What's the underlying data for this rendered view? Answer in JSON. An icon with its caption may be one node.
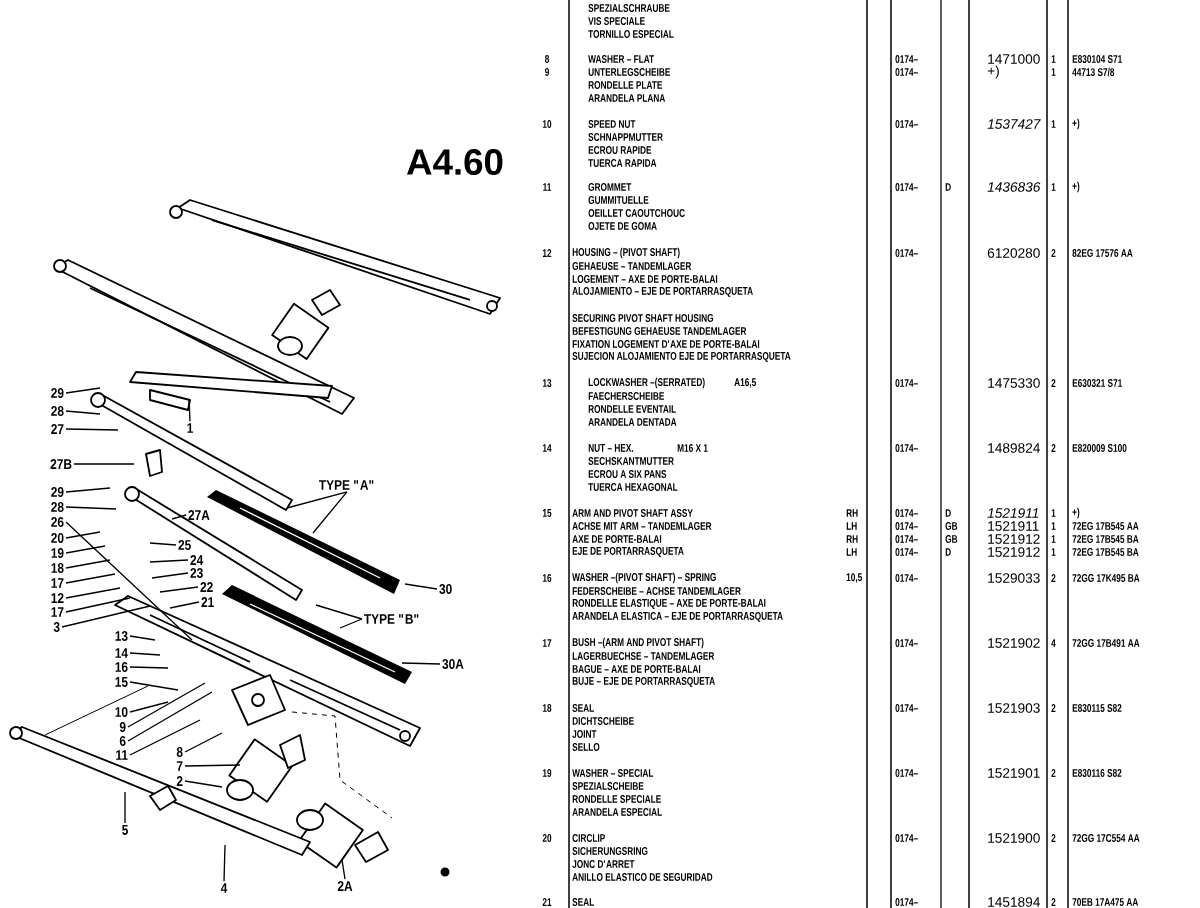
{
  "diagram": {
    "title": "A4.60",
    "nodes": [
      {
        "text": [
          "29"
        ]
      },
      {
        "text": [
          "28"
        ]
      },
      {
        "text": [
          "27"
        ]
      },
      {
        "text": [
          "1"
        ]
      },
      {
        "text": [
          "27B"
        ]
      },
      {
        "text": [
          "TYPE \"A\""
        ]
      },
      {
        "text": [
          "29"
        ]
      },
      {
        "text": [
          "28"
        ]
      },
      {
        "text": [
          "27A"
        ]
      },
      {
        "text": [
          "26"
        ]
      },
      {
        "text": [
          "20"
        ]
      },
      {
        "text": [
          "25"
        ]
      },
      {
        "text": [
          "19"
        ]
      },
      {
        "text": [
          "24"
        ]
      },
      {
        "text": [
          "18"
        ]
      },
      {
        "text": [
          "23"
        ]
      },
      {
        "text": [
          "17"
        ]
      },
      {
        "text": [
          "22"
        ]
      },
      {
        "text": [
          "12"
        ]
      },
      {
        "text": [
          "21"
        ]
      },
      {
        "text": [
          "30"
        ]
      },
      {
        "text": [
          "17"
        ]
      },
      {
        "text": [
          "TYPE \"B\""
        ]
      },
      {
        "text": [
          "3"
        ]
      },
      {
        "text": [
          "13"
        ]
      },
      {
        "text": [
          "14"
        ]
      },
      {
        "text": [
          "16"
        ]
      },
      {
        "text": [
          "15"
        ]
      },
      {
        "text": [
          "30A"
        ]
      },
      {
        "text": [
          "10"
        ]
      },
      {
        "text": [
          "9"
        ]
      },
      {
        "text": [
          "6"
        ]
      },
      {
        "text": [
          "11"
        ]
      },
      {
        "text": [
          "8"
        ]
      },
      {
        "text": [
          "7"
        ]
      },
      {
        "text": [
          "2"
        ]
      },
      {
        "text": [
          "5"
        ]
      },
      {
        "text": [
          "4"
        ]
      },
      {
        "text": [
          "2A"
        ]
      }
    ],
    "edges": [
      {
        "from": 0,
        "to": null,
        "arrow": "none"
      },
      {
        "from": 1,
        "to": null,
        "arrow": "none"
      },
      {
        "from": 2,
        "to": null,
        "arrow": "none"
      },
      {
        "from": 3,
        "to": null,
        "arrow": "none"
      },
      {
        "from": 4,
        "to": null,
        "arrow": "none"
      },
      {
        "from": 5,
        "to": null,
        "arrow": "none"
      },
      {
        "from": 5,
        "to": null,
        "arrow": "none"
      },
      {
        "from": 6,
        "to": null,
        "arrow": "none"
      },
      {
        "from": 7,
        "to": null,
        "arrow": "none"
      },
      {
        "from": 8,
        "to": null,
        "arrow": "none"
      },
      {
        "from": 9,
        "to": null,
        "arrow": "none"
      },
      {
        "from": 10,
        "to": null,
        "arrow": "none"
      },
      {
        "from": 11,
        "to": null,
        "arrow": "none"
      },
      {
        "from": 12,
        "to": null,
        "arrow": "none"
      },
      {
        "from": 13,
        "to": null,
        "arrow": "none"
      },
      {
        "from": 14,
        "to": null,
        "arrow": "none"
      },
      {
        "from": 15,
        "to": null,
        "arrow": "none"
      },
      {
        "from": 16,
        "to": null,
        "arrow": "none"
      },
      {
        "from": 17,
        "to": null,
        "arrow": "none"
      },
      {
        "from": 18,
        "to": null,
        "arrow": "none"
      },
      {
        "from": 19,
        "to": null,
        "arrow": "none"
      },
      {
        "from": 20,
        "to": null,
        "arrow": "none"
      },
      {
        "from": 21,
        "to": null,
        "arrow": "none"
      },
      {
        "from": 22,
        "to": null,
        "arrow": "none"
      },
      {
        "from": 22,
        "to": null,
        "arrow": "none"
      },
      {
        "from": 23,
        "to": null,
        "arrow": "none"
      },
      {
        "from": 24,
        "to": null,
        "arrow": "none"
      },
      {
        "from": 25,
        "to": null,
        "arrow": "none"
      },
      {
        "from": 26,
        "to": null,
        "arrow": "none"
      },
      {
        "from": 27,
        "to": null,
        "arrow": "none"
      },
      {
        "from": 28,
        "to": null,
        "arrow": "none"
      },
      {
        "from": 29,
        "to": null,
        "arrow": "none"
      },
      {
        "from": 30,
        "to": null,
        "arrow": "none"
      },
      {
        "from": 31,
        "to": null,
        "arrow": "none"
      },
      {
        "from": 32,
        "to": null,
        "arrow": "none"
      },
      {
        "from": 33,
        "to": null,
        "arrow": "none"
      },
      {
        "from": 34,
        "to": null,
        "arrow": "none"
      },
      {
        "from": 35,
        "to": null,
        "arrow": "none"
      },
      {
        "from": 36,
        "to": null,
        "arrow": "none"
      },
      {
        "from": 37,
        "to": null,
        "arrow": "none"
      },
      {
        "from": 38,
        "to": null,
        "arrow": "none"
      }
    ],
    "labels": [
      "SPEZIALSCHRAUBE",
      "VIS SPECIALE",
      "TORNILLO ESPECIAL",
      "8",
      "WASHER – FLAT",
      "0174–",
      "1471000",
      "1",
      "E830104 S71",
      "9",
      "UNTERLEGSCHEIBE",
      "0174–",
      "+)",
      "1",
      "44713 S7/8",
      "RONDELLE PLATE",
      "ARANDELA PLANA",
      "10",
      "SPEED NUT",
      "0174–",
      "1537427",
      "1",
      "+)",
      "SCHNAPPMUTTER",
      "ECROU RAPIDE",
      "TUERCA RAPIDA",
      "11",
      "GROMMET",
      "0174–",
      "D",
      "1436836",
      "1",
      "+)",
      "GUMMITUELLE",
      "OEILLET CAOUTCHOUC",
      "OJETE DE GOMA",
      "12",
      "HOUSING – (PIVOT SHAFT)",
      "0174–",
      "6120280",
      "2",
      "82EG 17576 AA",
      "GEHAEUSE – TANDEMLAGER",
      "LOGEMENT – AXE DE PORTE-BALAI",
      "ALOJAMIENTO – EJE DE PORTARRASQUETA",
      "SECURING PIVOT SHAFT HOUSING",
      "BEFESTIGUNG GEHAEUSE TANDEMLAGER",
      "FIXATION LOGEMENT D'AXE DE PORTE-BALAI",
      "SUJECION ALOJAMIENTO EJE DE PORTARRASQUETA",
      "13",
      "LOCKWASHER –(SERRATED)",
      "A16,5",
      "0174–",
      "1475330",
      "2",
      "E630321 S71",
      "FAECHERSCHEIBE",
      "RONDELLE EVENTAIL",
      "ARANDELA DENTADA",
      "14",
      "NUT – HEX.",
      "M16 X 1",
      "0174–",
      "1489824",
      "2",
      "E820009 S100",
      "SECHSKANTMUTTER",
      "ECROU A SIX PANS",
      "TUERCA HEXAGONAL",
      "15",
      "ARM AND PIVOT SHAFT ASSY",
      "RH",
      "0174–",
      "D",
      "1521911",
      "1",
      "+)",
      "ACHSE MIT ARM – TANDEMLAGER",
      "LH",
      "0174–",
      "GB",
      "1521911",
      "1",
      "72EG 17B545 AA",
      "AXE DE PORTE-BALAI",
      "RH",
      "0174–",
      "GB",
      "1521912",
      "1",
      "72EG 17B545 BA",
      "EJE DE PORTARRASQUETA",
      "LH",
      "0174–",
      "D",
      "1521912",
      "1",
      "72EG 17B545 BA",
      "16",
      "WASHER –(PIVOT SHAFT) – SPRING",
      "10,5",
      "0174–",
      "1529033",
      "2",
      "72GG 17K495 BA",
      "FEDERSCHEIBE – ACHSE TANDEMLAGER",
      "RONDELLE ELASTIQUE – AXE DE PORTE-BALAI",
      "ARANDELA ELASTICA – EJE DE PORTARRASQUETA",
      "17",
      "BUSH –(ARM AND PIVOT SHAFT)",
      "0174–",
      "1521902",
      "4",
      "72GG 17B491 AA",
      "LAGERBUECHSE – TANDEMLAGER",
      "BAGUE – AXE DE PORTE-BALAI",
      "BUJE – EJE DE PORTARRASQUETA",
      "18",
      "SEAL",
      "0174–",
      "1521903",
      "2",
      "E830115 S82",
      "DICHTSCHEIBE",
      "JOINT",
      "SELLO",
      "19",
      "WASHER – SPECIAL",
      "0174–",
      "1521901",
      "2",
      "E830116 S82",
      "SPEZIALSCHEIBE",
      "RONDELLE SPECIALE",
      "ARANDELA ESPECIAL",
      "20",
      "CIRCLIP",
      "0174–",
      "1521900",
      "2",
      "72GG 17C554 AA",
      "SICHERUNGSRING",
      "JONC D'ARRET",
      "ANILLO ELASTICO DE SEGURIDAD",
      "21",
      "SEAL",
      "0174–",
      "1451894",
      "2",
      "70EB 17A475 AA"
    ]
  }
}
